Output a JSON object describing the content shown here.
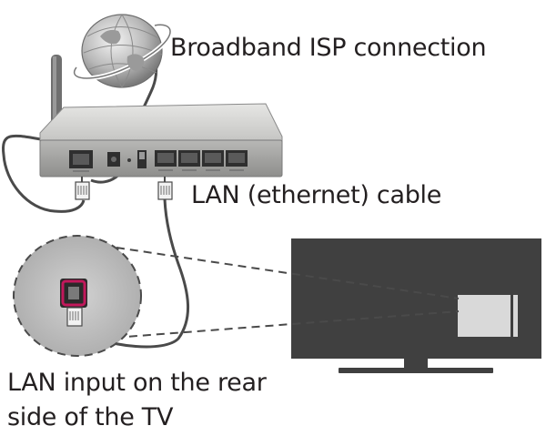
{
  "labels": {
    "broadband": "Broadband ISP connection",
    "lan_cable": "LAN (ethernet) cable",
    "lan_input_line1": "LAN input on the rear",
    "lan_input_line2": "side of the TV"
  },
  "colors": {
    "text": "#231f20",
    "cable": "#4a4a4a",
    "router_body": "#c8c8c6",
    "router_front": "#a9a9a7",
    "tv_screen": "#404040",
    "tv_port": "#d9d9d9",
    "zoom_circle": "#bdbdbd",
    "lan_socket": "#c2185b"
  },
  "icons": {
    "globe": "globe-icon",
    "router": "router-icon",
    "tv": "tv-icon",
    "router_connector": "rj45-plug-icon",
    "cable_connector": "rj45-plug-icon",
    "tv_socket": "lan-socket-icon"
  }
}
